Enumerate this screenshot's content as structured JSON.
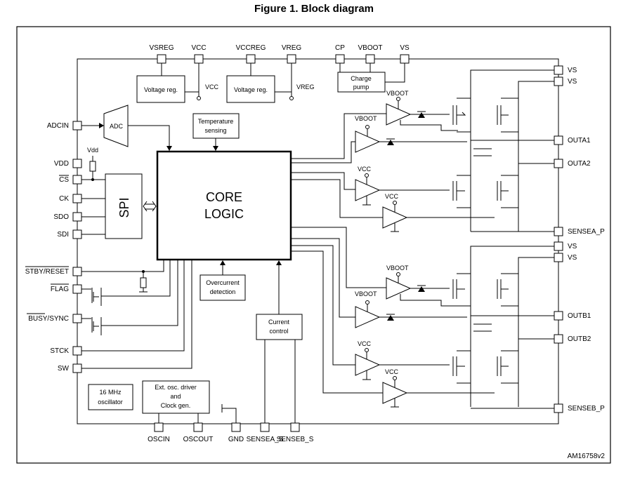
{
  "title": "Figure 1. Block diagram",
  "footer_code": "AM16758v2",
  "top_pins": [
    "VSREG",
    "VCC",
    "VCCREG",
    "VREG",
    "CP",
    "VBOOT",
    "VS"
  ],
  "left_pins": [
    "ADCIN",
    "VDD",
    "CS",
    "CK",
    "SDO",
    "SDI",
    "STBY/RESET",
    "FLAG",
    "BUSY/SYNC",
    "STCK",
    "SW"
  ],
  "right_pins": [
    "VS",
    "VS",
    "OUTA1",
    "OUTA2",
    "SENSEA_P",
    "VS",
    "VS",
    "OUTB1",
    "OUTB2",
    "SENSEB_P"
  ],
  "bottom_pins": [
    "OSCIN",
    "OSCOUT",
    "GND",
    "SENSEA_S",
    "SENSEB_S"
  ],
  "blocks": {
    "vreg1": "Voltage reg.",
    "vreg2": "Voltage reg.",
    "charge_pump_1": "Charge",
    "charge_pump_2": "pump",
    "adc": "ADC",
    "temp_1": "Temperature",
    "temp_2": "sensing",
    "core_1": "CORE",
    "core_2": "LOGIC",
    "spi": "SPI",
    "overcurrent_1": "Overcurrent",
    "overcurrent_2": "detection",
    "current_1": "Current",
    "current_2": "control",
    "osc_1": "16 MHz",
    "osc_2": "oscillator",
    "clk_1": "Ext. osc. driver",
    "clk_2": "and",
    "clk_3": "Clock gen."
  },
  "net_labels": {
    "vcc_out": "VCC",
    "vreg_out": "VREG",
    "vdd_sym": "Vdd",
    "vboot": "VBOOT",
    "vcc": "VCC"
  }
}
